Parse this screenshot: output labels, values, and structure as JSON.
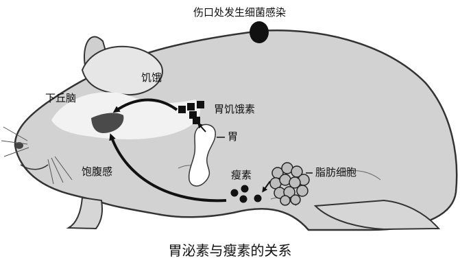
{
  "labels": {
    "infection": "伤口处发生细菌感染",
    "hypothalamus": "下丘脑",
    "hunger": "饥饿",
    "ghrelin": "胃饥饿素",
    "stomach": "胃",
    "satiety": "饱腹感",
    "leptin": "瘦素",
    "fat_cells": "脂肪细胞"
  },
  "caption": "胃泌素与瘦素的关系"
}
